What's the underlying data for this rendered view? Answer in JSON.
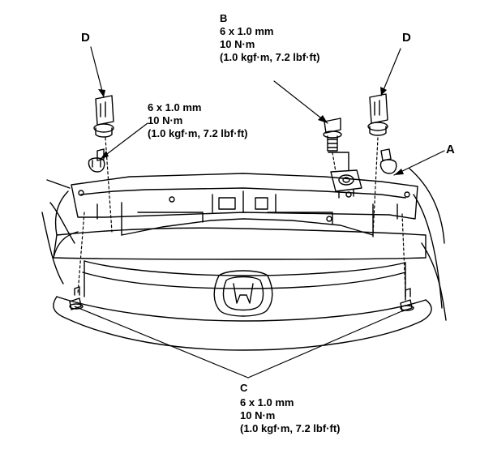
{
  "labels": {
    "d_left": "D",
    "d_right": "D",
    "a": "A",
    "b": {
      "letter": "B",
      "size": "6 x 1.0 mm",
      "torque": "10 N·m",
      "alt": "(1.0 kgf·m, 7.2 lbf·ft)"
    },
    "mid": {
      "size": "6 x 1.0 mm",
      "torque": "10 N·m",
      "alt": "(1.0 kgf·m, 7.2 lbf·ft)"
    },
    "c": {
      "letter": "C",
      "size": "6 x 1.0 mm",
      "torque": "10 N·m",
      "alt": "(1.0 kgf·m, 7.2 lbf·ft)"
    }
  },
  "colors": {
    "line": "#000000",
    "background": "#ffffff"
  }
}
